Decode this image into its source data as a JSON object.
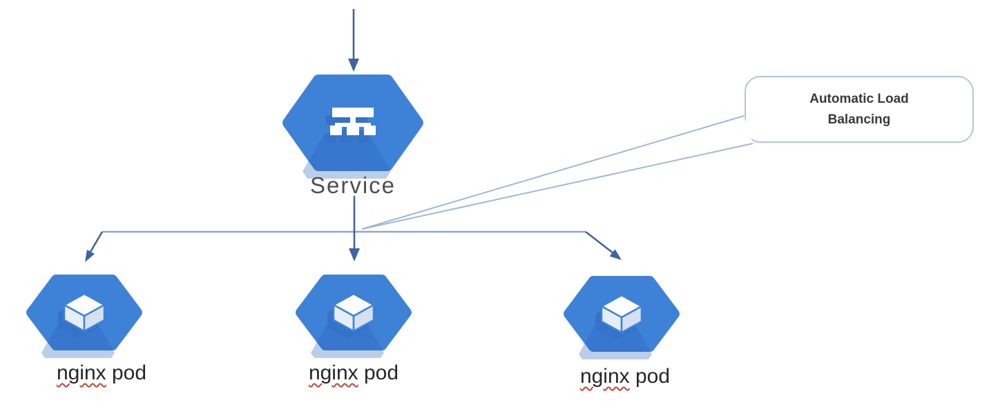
{
  "diagram": {
    "service": {
      "label": "Service"
    },
    "callout": {
      "label": "Automatic Load Balancing"
    },
    "pods": [
      {
        "word": "nginx",
        "rest": " pod"
      },
      {
        "word": "nginx",
        "rest": " pod"
      },
      {
        "word": "nginx",
        "rest": " pod"
      }
    ],
    "colors": {
      "background": "#ffffff",
      "hex_blue": "#3e82d8",
      "hex_shadow": "#2b63b6",
      "icon_white": "#ffffff",
      "cube_top": "#fbfdff",
      "cube_left": "#e7edf7",
      "cube_right": "#d6e0f0",
      "arrow_dark": "#44629f",
      "arrowhead": "#3d63a6",
      "line_light": "#8ba6cd",
      "callout_border": "#aec6e2",
      "tail_line": "#9db8da",
      "service_text": "#4e4e4e",
      "pod_text": "#262626",
      "callout_text": "#3a3a3a",
      "squiggle": "#c8402e"
    }
  }
}
